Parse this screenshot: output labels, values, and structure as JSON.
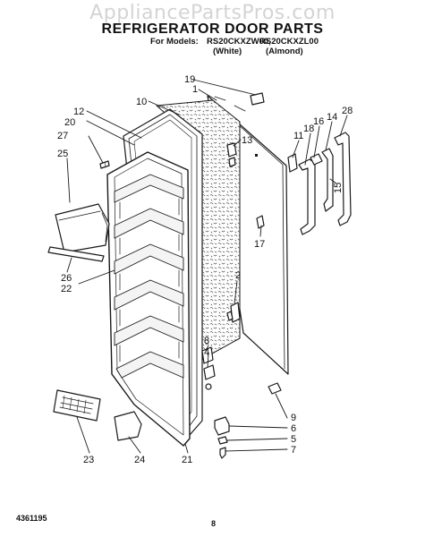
{
  "watermark": "AppliancePartsPros.com",
  "header": {
    "title": "REFRIGERATOR DOOR PARTS",
    "models_label": "For Models:",
    "model_1": "RS20CKXZW00,",
    "model_2": "RS20CKXZL00",
    "color_1": "(White)",
    "color_2": "(Almond)"
  },
  "footer": {
    "doc_number": "4361195",
    "page_number": "8"
  },
  "callouts": [
    {
      "id": "c19",
      "label": "19"
    },
    {
      "id": "c1",
      "label": "1"
    },
    {
      "id": "c10",
      "label": "10"
    },
    {
      "id": "c12",
      "label": "12"
    },
    {
      "id": "c20",
      "label": "20"
    },
    {
      "id": "c27",
      "label": "27"
    },
    {
      "id": "c25",
      "label": "25"
    },
    {
      "id": "c13",
      "label": "13"
    },
    {
      "id": "c11",
      "label": "11"
    },
    {
      "id": "c18",
      "label": "18"
    },
    {
      "id": "c16",
      "label": "16"
    },
    {
      "id": "c14",
      "label": "14"
    },
    {
      "id": "c28",
      "label": "28"
    },
    {
      "id": "c15",
      "label": "15"
    },
    {
      "id": "c17",
      "label": "17"
    },
    {
      "id": "c2",
      "label": "2"
    },
    {
      "id": "c26",
      "label": "26"
    },
    {
      "id": "c22",
      "label": "22"
    },
    {
      "id": "c8",
      "label": "8"
    },
    {
      "id": "c4",
      "label": "4"
    },
    {
      "id": "c9",
      "label": "9"
    },
    {
      "id": "c6",
      "label": "6"
    },
    {
      "id": "c5",
      "label": "5"
    },
    {
      "id": "c7",
      "label": "7"
    },
    {
      "id": "c23",
      "label": "23"
    },
    {
      "id": "c24",
      "label": "24"
    },
    {
      "id": "c21",
      "label": "21"
    }
  ]
}
